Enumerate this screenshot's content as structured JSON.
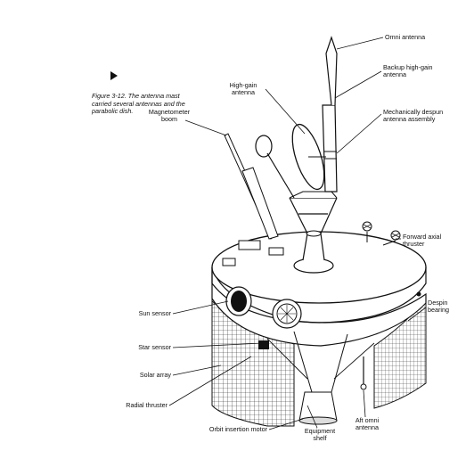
{
  "caption": "Figure 3-12. The antenna mast carried several antennas and the parabolic dish.",
  "labels": {
    "omni_antenna": "Omni antenna",
    "backup_high_gain": "Backup high-gain antenna",
    "high_gain": "High-gain antenna",
    "despun_assembly": "Mechanically despun antenna assembly",
    "magnetometer": "Magnetometer boom",
    "forward_thruster": "Forward axial thruster",
    "despin_bearing": "Despin bearing",
    "sun_sensor": "Sun sensor",
    "star_sensor": "Star sensor",
    "solar_array": "Solar array",
    "radial_thruster": "Radial thruster",
    "orbit_motor": "Orbit insertion motor",
    "equipment_shelf": "Equipment shelf",
    "aft_omni": "Aft omni antenna"
  }
}
